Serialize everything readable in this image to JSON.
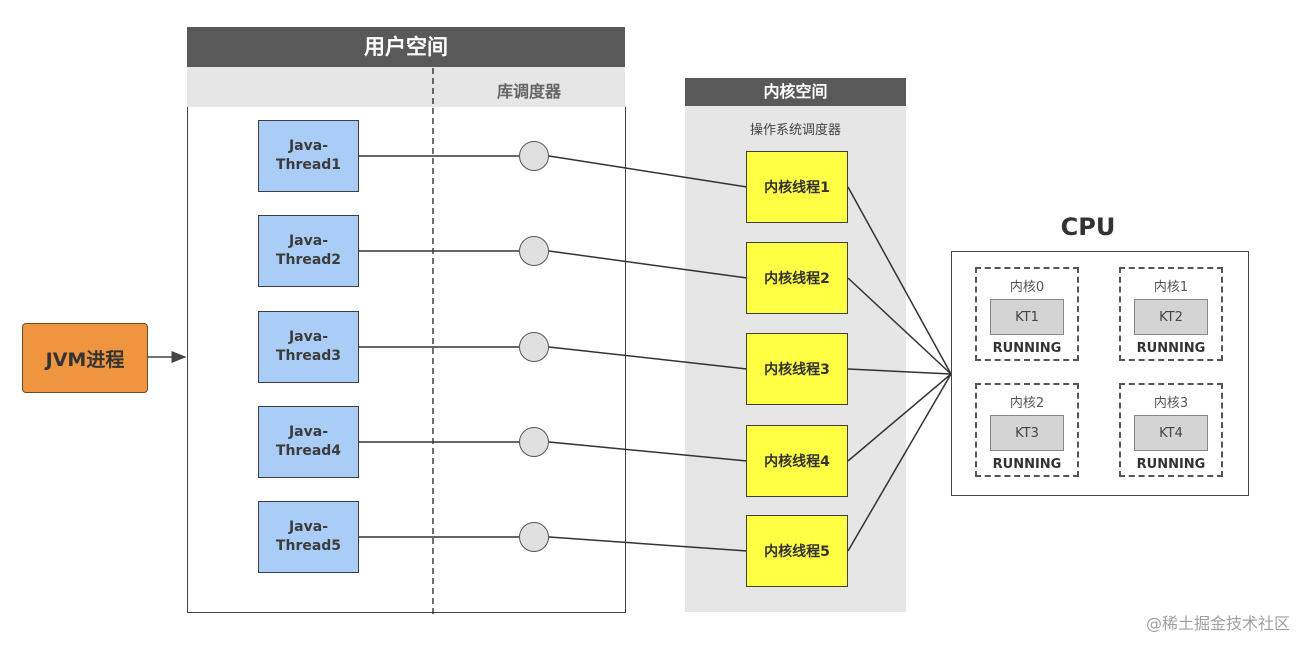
{
  "user_space": {
    "title": "用户空间",
    "scheduler": "库调度器"
  },
  "kernel_space": {
    "title": "内核空间",
    "scheduler": "操作系统调度器"
  },
  "jvm_process": {
    "label": "JVM进程"
  },
  "java_threads": [
    {
      "line1": "Java-",
      "line2": "Thread1"
    },
    {
      "line1": "Java-",
      "line2": "Thread2"
    },
    {
      "line1": "Java-",
      "line2": "Thread3"
    },
    {
      "line1": "Java-",
      "line2": "Thread4"
    },
    {
      "line1": "Java-",
      "line2": "Thread5"
    }
  ],
  "kernel_threads": [
    {
      "label": "内核线程1"
    },
    {
      "label": "内核线程2"
    },
    {
      "label": "内核线程3"
    },
    {
      "label": "内核线程4"
    },
    {
      "label": "内核线程5"
    }
  ],
  "cpu": {
    "title": "CPU",
    "cores": [
      {
        "name": "内核0",
        "thread": "KT1",
        "state": "RUNNING"
      },
      {
        "name": "内核1",
        "thread": "KT2",
        "state": "RUNNING"
      },
      {
        "name": "内核2",
        "thread": "KT3",
        "state": "RUNNING"
      },
      {
        "name": "内核3",
        "thread": "KT4",
        "state": "RUNNING"
      }
    ]
  },
  "watermark": "@稀土掘金技术社区",
  "colors": {
    "header": "#595959",
    "java_thread": "#a9cdf7",
    "kernel_thread": "#ffff44",
    "jvm": "#f0953f",
    "panel": "#e6e6e6"
  }
}
